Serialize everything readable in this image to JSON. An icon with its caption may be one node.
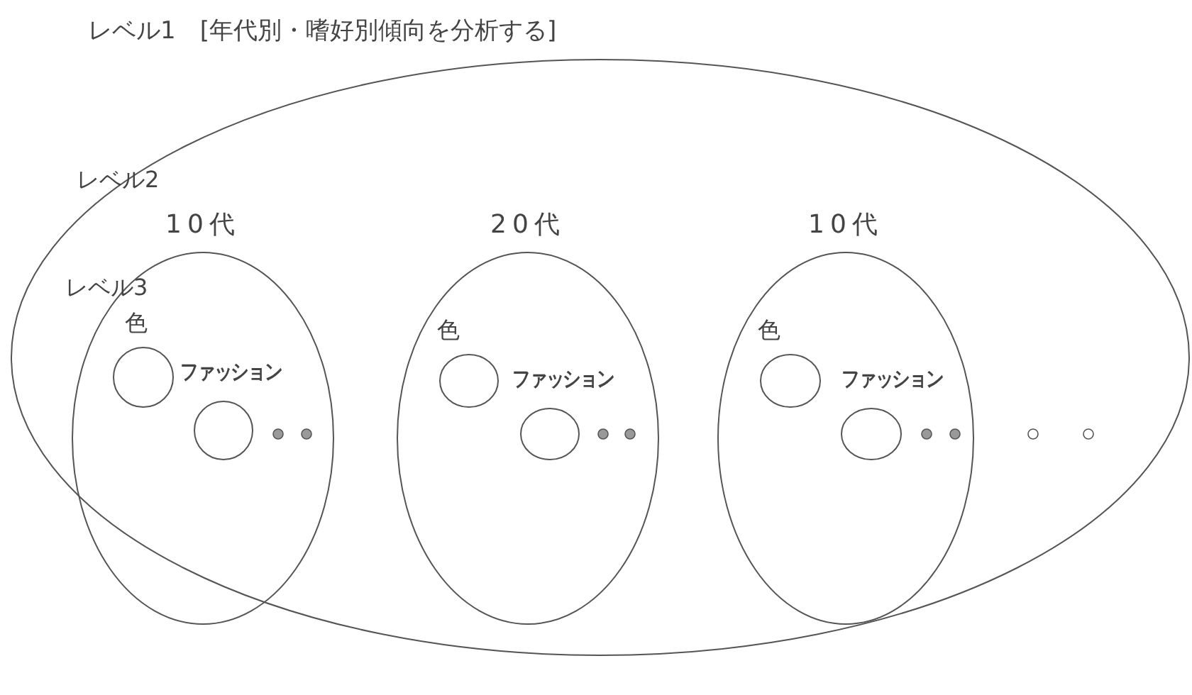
{
  "diagram": {
    "title": "レベル1　[年代別・嗜好別傾向を分析する]",
    "nodes": [
      {
        "text": [],
        "shape": "ellipse"
      },
      {
        "text": [
          "10代"
        ],
        "in": 0
      },
      {
        "text": [
          "色"
        ],
        "in": 1
      },
      {
        "text": [
          "ファッション"
        ],
        "in": 1
      },
      {
        "text": [
          "20代"
        ],
        "in": 0
      },
      {
        "text": [
          "色"
        ],
        "in": 4
      },
      {
        "text": [
          "ファッション"
        ],
        "in": 4
      },
      {
        "text": [
          "10代"
        ],
        "in": 0
      },
      {
        "text": [
          "色"
        ],
        "in": 7
      },
      {
        "text": [
          "ファッション"
        ],
        "in": 7
      }
    ],
    "edges": [],
    "labels": [
      "レベル2",
      "レベル3"
    ]
  }
}
